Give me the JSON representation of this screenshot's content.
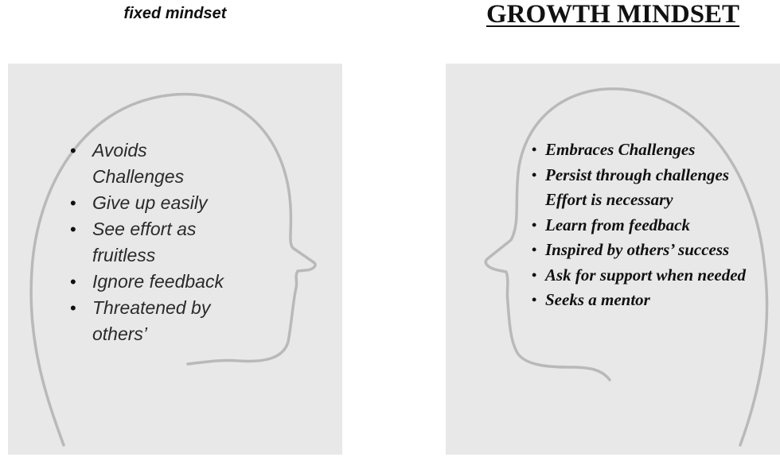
{
  "left": {
    "title": "fixed mindset",
    "traits": [
      "Avoids Challenges",
      "Give up easily",
      "See effort as fruitless",
      "Ignore feedback",
      "Threatened by others’"
    ]
  },
  "right": {
    "title": "GROWTH MINDSET",
    "traits": [
      "Embraces Challenges",
      "Persist through challenges Effort is necessary",
      "Learn from feedback",
      "Inspired by others’ success",
      "Ask for support when needed",
      "Seeks a mentor"
    ]
  }
}
